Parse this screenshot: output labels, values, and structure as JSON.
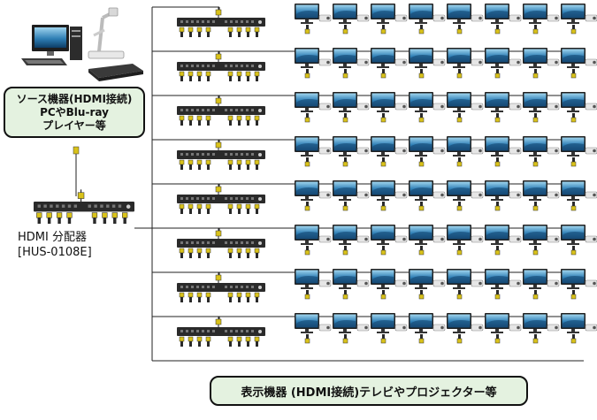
{
  "source_label": {
    "line1": "ソース機器(HDMI接続)",
    "line2": "PCやBlu-ray",
    "line3": "プレイヤー等"
  },
  "splitter_label": {
    "line1": "HDMI 分配器",
    "line2": "[HUS-0108E]"
  },
  "display_label": "表示機器 (HDMI接続)テレビやプロジェクター等",
  "colors": {
    "box_fill": "#e4f2e0",
    "box_border": "#111111",
    "device": "#2a2a2a",
    "connector": "#d9c21a",
    "line": "#222222"
  },
  "icons": {
    "source": [
      "desktop-pc-icon",
      "document-camera-icon",
      "blu-ray-player-icon"
    ],
    "splitter": "hdmi-splitter-icon",
    "display": [
      "monitor-icon",
      "projector-icon"
    ]
  },
  "topology": {
    "first_level_splitters": 1,
    "second_level_splitters": 8,
    "outputs_per_splitter": 8
  }
}
